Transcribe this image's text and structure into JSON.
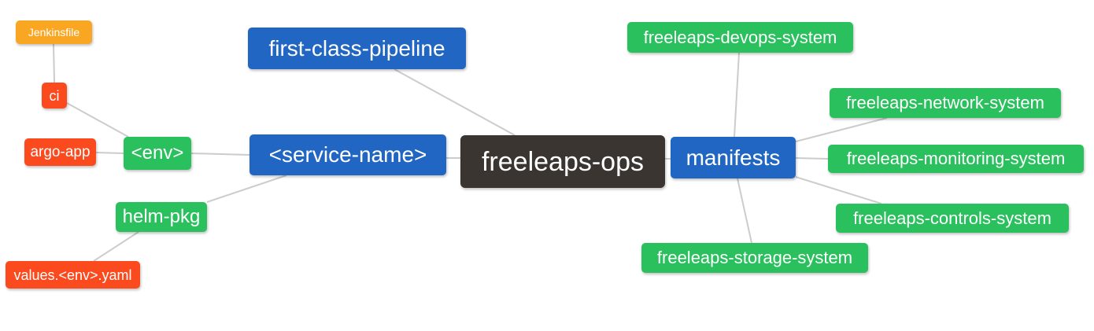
{
  "diagram": {
    "type": "mindmap",
    "root_label": "freeleaps-ops"
  },
  "colors": {
    "background": "#ffffff",
    "text": "#ffffff",
    "edge": "#cccccc",
    "root_bg": "#3b3531",
    "branch_bg": "#2066c2",
    "green_bg": "#2ac05e",
    "red_bg": "#fb4a1e",
    "orange_bg": "#f9a723"
  },
  "nodes": {
    "freeleaps_ops": {
      "label": "freeleaps-ops"
    },
    "first_class_pipeline": {
      "label": "first-class-pipeline"
    },
    "service_name": {
      "label": "<service-name>"
    },
    "manifests": {
      "label": "manifests"
    },
    "env": {
      "label": "<env>"
    },
    "helm_pkg": {
      "label": "helm-pkg"
    },
    "ci": {
      "label": "ci"
    },
    "argo_app": {
      "label": "argo-app"
    },
    "jenkinsfile": {
      "label": "Jenkinsfile"
    },
    "values_env_yaml": {
      "label": "values.<env>.yaml"
    },
    "devops_system": {
      "label": "freeleaps-devops-system"
    },
    "network_system": {
      "label": "freeleaps-network-system"
    },
    "monitoring_system": {
      "label": "freeleaps-monitoring-system"
    },
    "controls_system": {
      "label": "freeleaps-controls-system"
    },
    "storage_system": {
      "label": "freeleaps-storage-system"
    }
  },
  "edges": [
    {
      "from": "jenkinsfile",
      "to": "ci"
    },
    {
      "from": "ci",
      "to": "env"
    },
    {
      "from": "argo_app",
      "to": "env"
    },
    {
      "from": "env",
      "to": "service_name"
    },
    {
      "from": "service_name",
      "to": "helm_pkg"
    },
    {
      "from": "helm_pkg",
      "to": "values_env_yaml"
    },
    {
      "from": "service_name",
      "to": "freeleaps_ops"
    },
    {
      "from": "first_class_pipeline",
      "to": "freeleaps_ops"
    },
    {
      "from": "freeleaps_ops",
      "to": "manifests"
    },
    {
      "from": "manifests",
      "to": "devops_system"
    },
    {
      "from": "manifests",
      "to": "network_system"
    },
    {
      "from": "manifests",
      "to": "monitoring_system"
    },
    {
      "from": "manifests",
      "to": "controls_system"
    },
    {
      "from": "manifests",
      "to": "storage_system"
    }
  ]
}
